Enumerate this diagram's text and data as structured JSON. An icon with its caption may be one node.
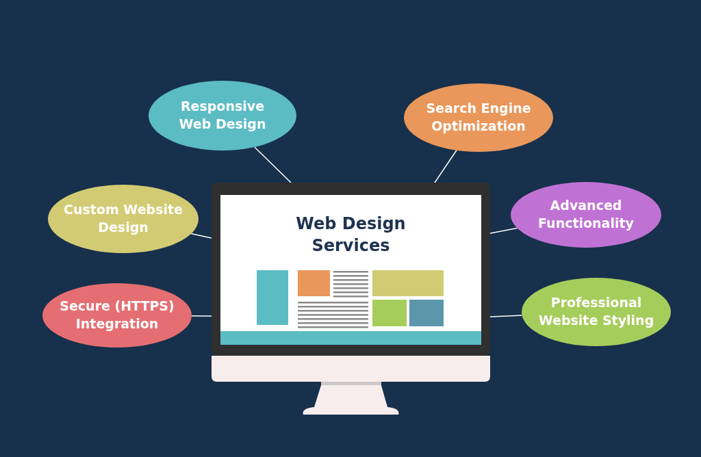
{
  "diagram": {
    "nodes": [
      {
        "text": [
          "Web Design Services"
        ]
      },
      {
        "text": [
          "Responsive Web Design"
        ]
      },
      {
        "text": [
          "Search Engine Optimization"
        ]
      },
      {
        "text": [
          "Custom Website Design"
        ]
      },
      {
        "text": [
          "Advanced Functionality"
        ]
      },
      {
        "text": [
          "Secure (HTTPS) Integration"
        ]
      },
      {
        "text": [
          "Professional Website Styling"
        ]
      }
    ],
    "edges": [
      {
        "from": 1,
        "to": 0,
        "arrow": "none"
      },
      {
        "from": 2,
        "to": 0,
        "arrow": "none"
      },
      {
        "from": 3,
        "to": 0,
        "arrow": "none"
      },
      {
        "from": 4,
        "to": 0,
        "arrow": "none"
      },
      {
        "from": 5,
        "to": 0,
        "arrow": "none"
      },
      {
        "from": 6,
        "to": 0,
        "arrow": "none"
      }
    ]
  }
}
